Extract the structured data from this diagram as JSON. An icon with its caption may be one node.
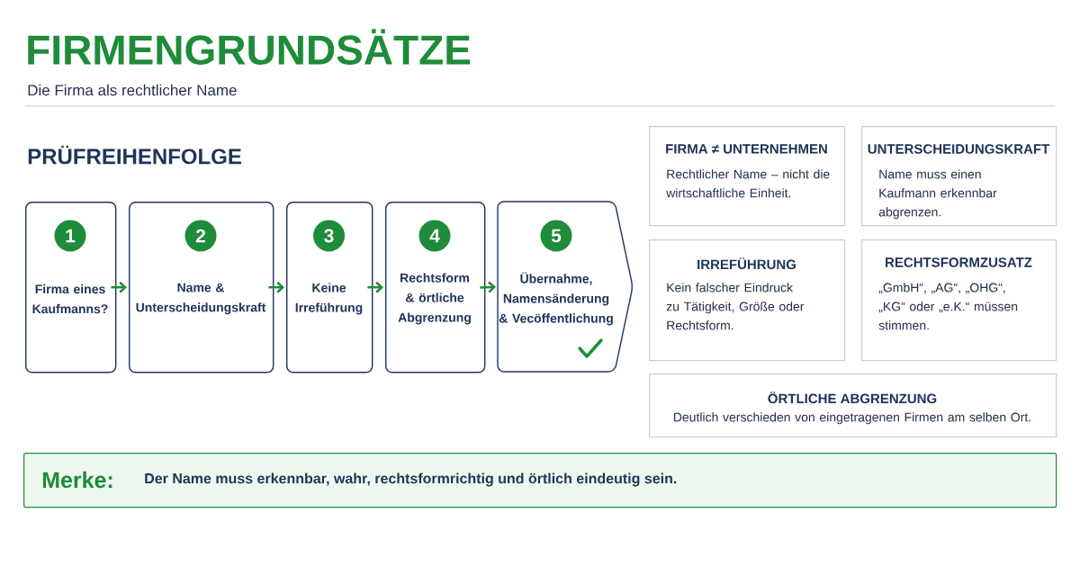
{
  "diagram": {
    "title": "FIRMENGRUNDSÄTZE",
    "nodes": [
      {
        "text": [
          "1",
          "Firma eines Kaufmanns?"
        ]
      },
      {
        "text": [
          "2",
          "Name & Unterscheidungskraft"
        ]
      },
      {
        "text": [
          "3",
          "Keine Irreführung"
        ]
      },
      {
        "text": [
          "4",
          "Rechtsform & örtliche Abgrenzung"
        ]
      },
      {
        "text": [
          "5",
          "Übernahme, Namensänderung & Vecöffentlichung"
        ]
      },
      {
        "text": [
          "FIRMA ≠ UNTERNEHMEN",
          "Rechtlicher Name – nicht die wirtschaftliche Einheit."
        ]
      },
      {
        "text": [
          "UNTERSCHEIDUNGSKRAFT",
          "Name muss einen Kaufmann erkennbar abgrenzen."
        ]
      },
      {
        "text": [
          "IRREFÜHRUNG",
          "Kein falscher Eindruck zu Tätigkeit, Größe oder Rechtsform."
        ]
      },
      {
        "text": [
          "RECHTSFORMZUSATZ",
          "„GmbH“, „AG“, „OHG“, „KG“ oder „e.K.“ müssen stimmen."
        ]
      },
      {
        "text": [
          "ÖRTLICHE ABGRENZUNG",
          "Deutlich verschieden von eingetragenen Firmen am selben Ort."
        ]
      },
      {
        "text": [
          "Merke:",
          "Der Name muss erkennbar, wahr, rechtsformrichtig und örtlich eindeutig sein."
        ]
      }
    ],
    "edges": [
      {
        "from": 0,
        "to": 1,
        "arrow": "to"
      },
      {
        "from": 1,
        "to": 2,
        "arrow": "to"
      },
      {
        "from": 2,
        "to": 3,
        "arrow": "to"
      },
      {
        "from": 3,
        "to": 4,
        "arrow": "to"
      }
    ],
    "labels": [
      "Die Firma als rechtlicher Name",
      "PRÜFREIHENFOLGE"
    ]
  }
}
